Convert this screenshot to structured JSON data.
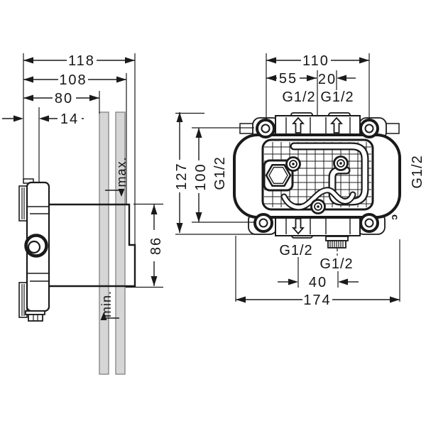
{
  "drawing": {
    "kind": "installation-dimension-drawing",
    "colors": {
      "line": "#1a1a1a",
      "wall_fill": "#d6d6d6",
      "wall_stroke": "#8f8f8f",
      "background": "#ffffff"
    }
  },
  "side_view": {
    "dim_depth_total": "118",
    "dim_depth_mid": "108",
    "dim_depth_front": "80",
    "dim_front_offset": "14",
    "dim_box_height": "86",
    "label_max": "max.",
    "label_min": "min."
  },
  "front_view": {
    "dim_top_width": "110",
    "dim_left_to_center": "55",
    "dim_center_to_port": "20",
    "dim_height_total": "127",
    "dim_hole_spacing": "100",
    "dim_outlet_spacing": "40",
    "dim_width_total": "174",
    "port_top_left": "G1/2",
    "port_top_right": "G1/2",
    "port_side_left": "G1/2",
    "port_side_right": "G1/2",
    "port_bottom_left": "G1/2",
    "port_bottom_right": "G1/2",
    "marking": "c"
  }
}
